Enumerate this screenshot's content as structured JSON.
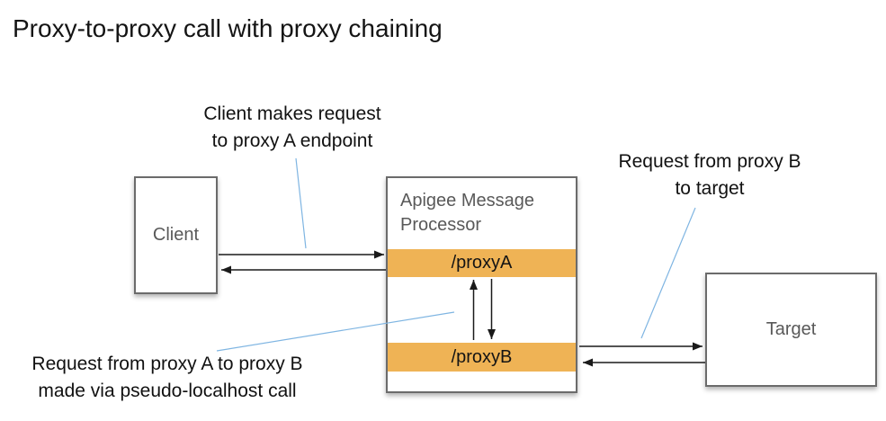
{
  "title": "Proxy-to-proxy call with proxy chaining",
  "annotations": {
    "client_request": {
      "line1": "Client makes request",
      "line2": "to proxy A endpoint"
    },
    "proxy_b_to_target": {
      "line1": "Request from proxy B",
      "line2": "to target"
    },
    "proxy_a_to_b": {
      "line1": "Request from proxy A to proxy B",
      "line2": "made via pseudo-localhost call"
    }
  },
  "nodes": {
    "client": {
      "label": "Client"
    },
    "message_processor": {
      "label": "Apigee Message Processor"
    },
    "proxy_a": {
      "label": "/proxyA"
    },
    "proxy_b": {
      "label": "/proxyB"
    },
    "target": {
      "label": "Target"
    }
  },
  "colors": {
    "proxy_bar_orange": "#EFB355",
    "connector_blue": "#7FB5E2",
    "box_border_gray": "#6B6B6B",
    "muted_label_gray": "#595959",
    "arrow_black": "#1A1A1A",
    "background": "#FFFFFF"
  }
}
